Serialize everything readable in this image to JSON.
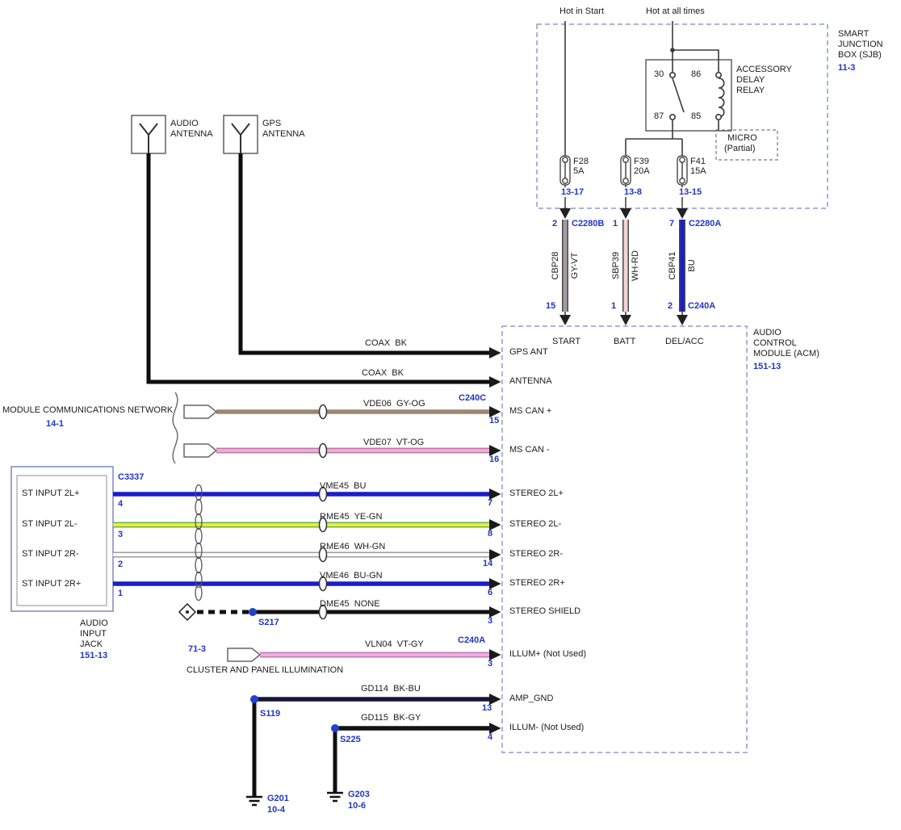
{
  "colors": {
    "ref_blue": "#2136c6",
    "text": "#1b1b1b",
    "box_border": "#8f9ad0",
    "wire_black": "#0e0e0e",
    "wire_gy_vt": "#a49aa4",
    "wire_wh_rd": "#f4d3d3",
    "wire_bu": "#1a1dc9",
    "wire_gy_og": "#9e8672",
    "wire_vt_og": "#f2a9d8",
    "wire_ye_gn": "#e9ec3f",
    "wire_wh_gn": "#fafafa",
    "wire_vt_gy": "#f2abe4",
    "wire_bk_bu": "#15153c",
    "wire_bk_gy": "#121212",
    "splice_blue": "#1f43cc"
  },
  "sjb": {
    "hot1": "Hot in Start",
    "hot2": "Hot at all times",
    "name1": "SMART",
    "name2": "JUNCTION",
    "name3": "BOX (SJB)",
    "ref": "11-3",
    "relay": {
      "p30": "30",
      "p86": "86",
      "p87": "87",
      "p85": "85",
      "l1": "ACCESSORY",
      "l2": "DELAY",
      "l3": "RELAY"
    },
    "micro1": "MICRO",
    "micro2": "(Partial)",
    "fuses": [
      {
        "n": "F28",
        "a": "5A",
        "ref": "13-17"
      },
      {
        "n": "F39",
        "a": "20A",
        "ref": "13-8"
      },
      {
        "n": "F41",
        "a": "15A",
        "ref": "13-15"
      }
    ]
  },
  "feeds": {
    "c1": "C2280B",
    "c2": "C2280A",
    "cb": "C240A",
    "w1": {
      "pt": "2",
      "name": "CBP28",
      "col": "GY-VT",
      "pb": "15",
      "acm": "START"
    },
    "w2": {
      "pt": "1",
      "name": "SBP39",
      "col": "WH-RD",
      "pb": "1",
      "acm": "BATT"
    },
    "w3": {
      "pt": "7",
      "name": "CBP41",
      "col": "BU",
      "pb": "2",
      "acm": "DEL/ACC"
    }
  },
  "acm": {
    "l1": "AUDIO",
    "l2": "CONTROL",
    "l3": "MODULE (ACM)",
    "ref": "151-13"
  },
  "ant": {
    "a1l1": "AUDIO",
    "a1l2": "ANTENNA",
    "a2l1": "GPS",
    "a2l2": "ANTENNA"
  },
  "mcn": {
    "label": "MODULE COMMUNICATIONS NETWORK",
    "ref": "14-1"
  },
  "illum": {
    "ref": "71-3",
    "label": "CLUSTER AND PANEL ILLUMINATION"
  },
  "jack": {
    "conn": "C3337",
    "r1": "ST INPUT 2L+",
    "p1": "4",
    "r2": "ST INPUT 2L-",
    "p2": "3",
    "r3": "ST INPUT 2R-",
    "p3": "2",
    "r4": "ST INPUT 2R+",
    "p4": "1",
    "n1": "AUDIO",
    "n2": "INPUT",
    "n3": "JACK",
    "ref": "151-13"
  },
  "rows": {
    "coax1": "COAX  BK",
    "coax2": "COAX  BK",
    "gps_ant": "GPS ANT",
    "antenna": "ANTENNA",
    "mscanp": {
      "w": "VDE06  GY-OG",
      "conn": "C240C",
      "pin": "15",
      "label": "MS CAN +"
    },
    "mscanm": {
      "w": "VDE07  VT-OG",
      "pin": "16",
      "label": "MS CAN -"
    },
    "s2lp": {
      "w": "VME45  BU",
      "pin": "7",
      "label": "STEREO 2L+"
    },
    "s2lm": {
      "w": "RME45  YE-GN",
      "pin": "8",
      "label": "STEREO 2L-"
    },
    "s2rm": {
      "w": "RME46  WH-GN",
      "pin": "14",
      "label": "STEREO 2R-"
    },
    "s2rp": {
      "w": "VME46  BU-GN",
      "pin": "6",
      "label": "STEREO 2R+"
    },
    "shield": {
      "w": "DME45  NONE",
      "pin": "3",
      "label": "STEREO SHIELD"
    },
    "illump": {
      "w": "VLN04  VT-GY",
      "conn": "C240A",
      "pin": "3",
      "label": "ILLUM+ (Not Used)"
    },
    "ampgnd": {
      "w": "GD114  BK-BU",
      "pin": "13",
      "label": "AMP_GND"
    },
    "illumm": {
      "w": "GD115  BK-GY",
      "pin": "4",
      "label": "ILLUM- (Not Used)"
    }
  },
  "splices": {
    "s217": "S217",
    "s119": "S119",
    "s225": "S225"
  },
  "grounds": {
    "g1": "G201",
    "g1ref": "10-4",
    "g2": "G203",
    "g2ref": "10-6"
  }
}
